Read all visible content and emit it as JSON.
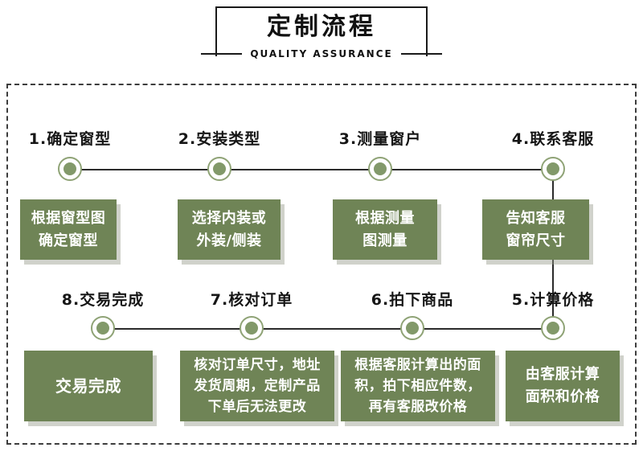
{
  "header": {
    "title": "定制流程",
    "subtitle": "QUALITY ASSURANCE"
  },
  "theme": {
    "green": "#6f8456",
    "marker_ring": "#8fa376",
    "marker_core": "#82996a",
    "line": "#2b2b2b",
    "frame": "#3d3d3d",
    "text_dark": "#161616",
    "text_light": "#ffffff"
  },
  "rows": [
    {
      "name": "row-top",
      "steps": [
        {
          "label": "1.确定窗型",
          "box": "根据窗型图\n确定窗型"
        },
        {
          "label": "2.安装类型",
          "box": "选择内装或\n外装/侧装"
        },
        {
          "label": "3.测量窗户",
          "box": "根据测量\n图测量"
        },
        {
          "label": "4.联系客服",
          "box": "告知客服\n窗帘尺寸"
        }
      ]
    },
    {
      "name": "row-bottom",
      "steps": [
        {
          "label": "8.交易完成",
          "box": "交易完成"
        },
        {
          "label": "7.核对订单",
          "box": "核对订单尺寸，地址\n发货周期，定制产品\n下单后无法更改"
        },
        {
          "label": "6.拍下商品",
          "box": "根据客服计算出的面\n积，拍下相应件数，\n再有客服改价格"
        },
        {
          "label": "5.计算价格",
          "box": "由客服计算\n面积和价格"
        }
      ]
    }
  ]
}
